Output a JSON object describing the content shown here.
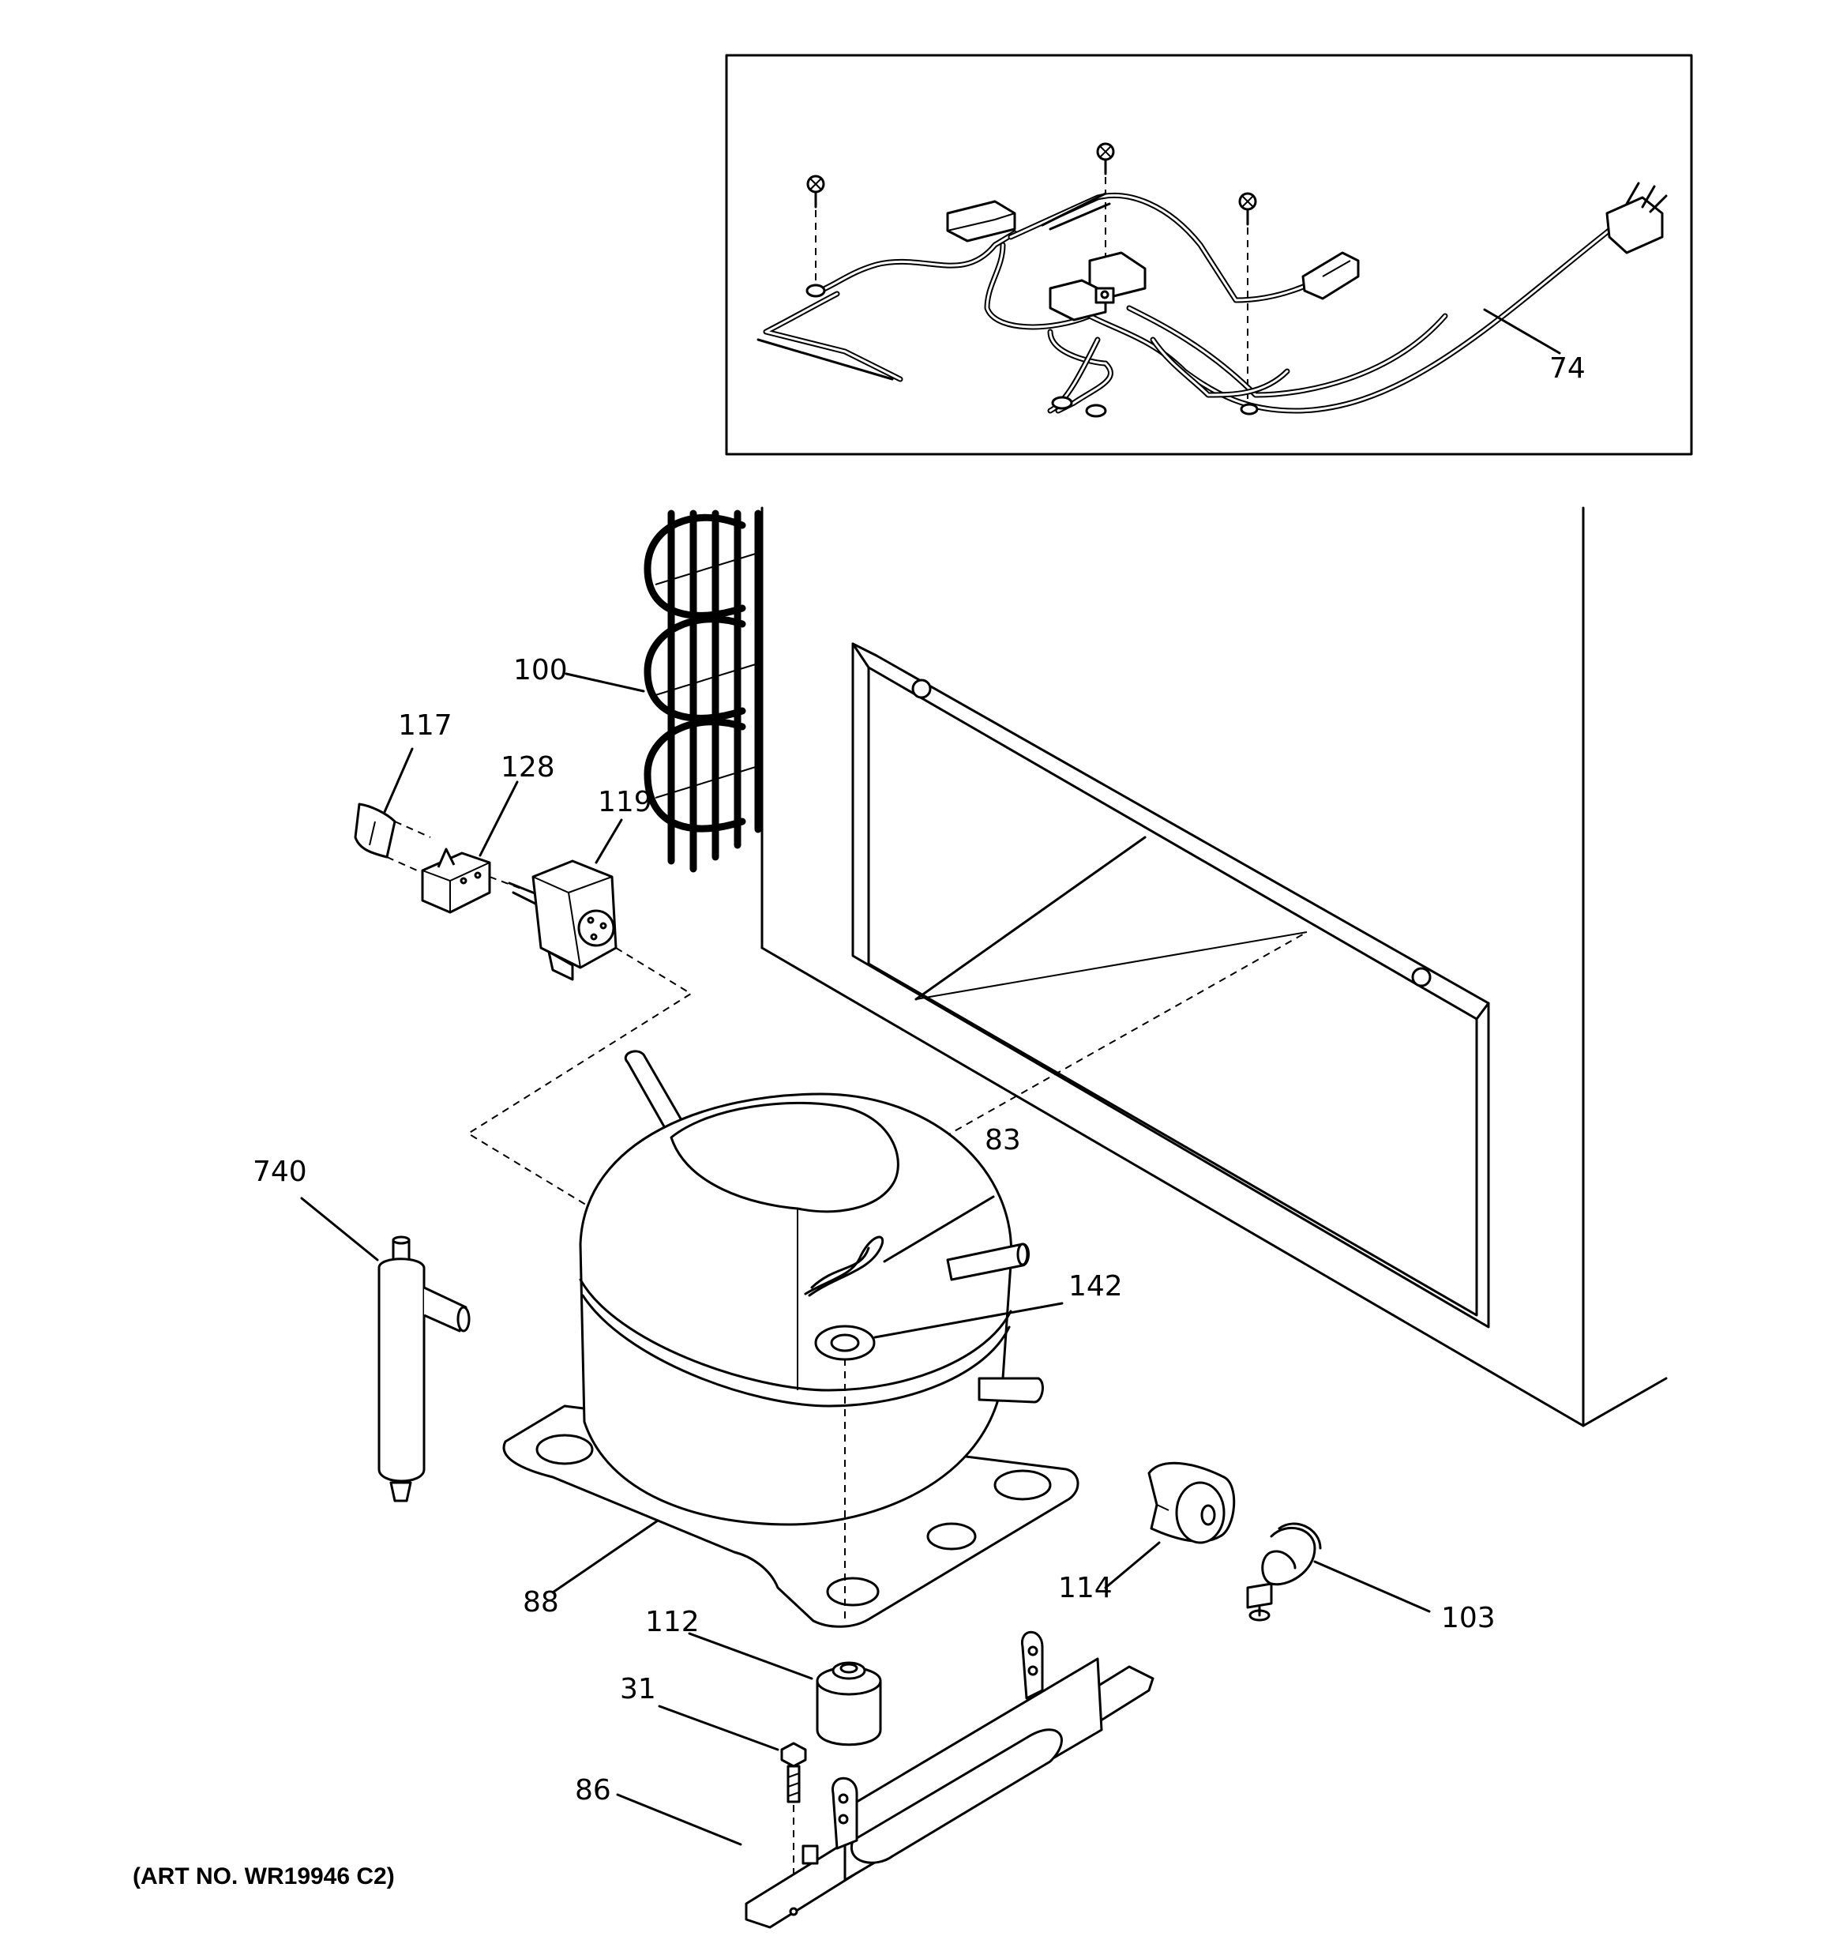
{
  "diagram": {
    "art_number": "(ART NO. WR19946 C2)",
    "callouts": [
      {
        "id": "74",
        "text": "74"
      },
      {
        "id": "100",
        "text": "100"
      },
      {
        "id": "117",
        "text": "117"
      },
      {
        "id": "128",
        "text": "128"
      },
      {
        "id": "119",
        "text": "119"
      },
      {
        "id": "740",
        "text": "740"
      },
      {
        "id": "83",
        "text": "83"
      },
      {
        "id": "142",
        "text": "142"
      },
      {
        "id": "88",
        "text": "88"
      },
      {
        "id": "112",
        "text": "112"
      },
      {
        "id": "31",
        "text": "31"
      },
      {
        "id": "86",
        "text": "86"
      },
      {
        "id": "114",
        "text": "114"
      },
      {
        "id": "103",
        "text": "103"
      }
    ]
  }
}
